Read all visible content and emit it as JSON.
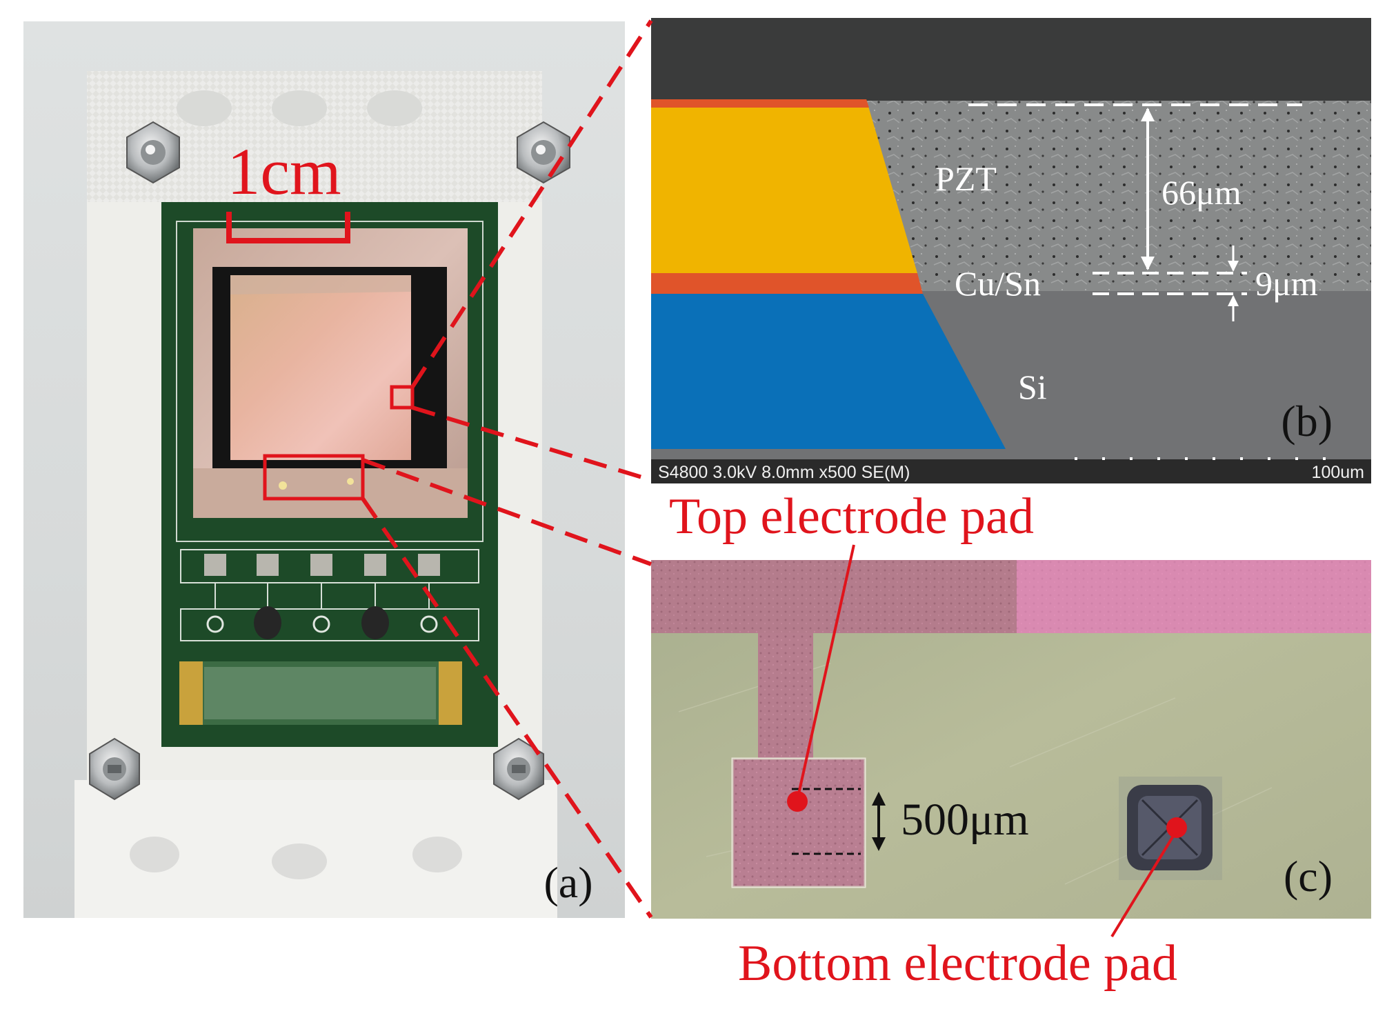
{
  "panel_a": {
    "scale_label": "1cm",
    "panel_label": "(a)"
  },
  "panel_b": {
    "layer_labels": {
      "pzt": "PZT",
      "cu_sn": "Cu/Sn",
      "si": "Si"
    },
    "dimensions": {
      "pzt_thickness": "66μm",
      "cu_sn_thickness": "9μm"
    },
    "sem_info": "S4800 3.0kV 8.0mm x500 SE(M)",
    "scale_bar": "100um",
    "panel_label": "(b)"
  },
  "panel_c": {
    "pad_size": "500μm",
    "panel_label": "(c)"
  },
  "captions": {
    "top_pad": "Top electrode pad",
    "bottom_pad": "Bottom electrode pad"
  },
  "colors": {
    "annotation_red": "#e0141c",
    "pzt_yellow": "#f0b400",
    "cu_sn_orange": "#e0542a",
    "si_blue": "#0a70b8",
    "pcb_green": "#1d4a28"
  }
}
